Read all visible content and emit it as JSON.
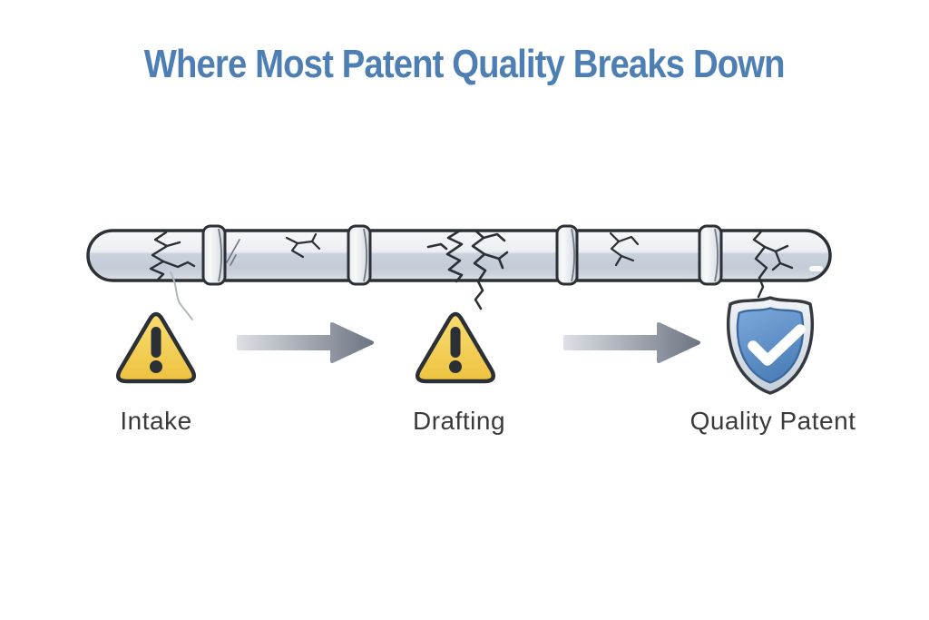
{
  "title": {
    "text": "Where Most Patent Quality Breaks Down"
  },
  "stages": [
    {
      "label": "Intake",
      "icon": "warning-triangle-icon",
      "status": "break-point"
    },
    {
      "label": "Drafting",
      "icon": "warning-triangle-icon",
      "status": "break-point"
    },
    {
      "label": "Quality Patent",
      "icon": "shield-check-icon",
      "status": "protected-outcome"
    }
  ],
  "connectors": [
    {
      "type": "arrow-right-icon",
      "from": "Intake",
      "to": "Drafting"
    },
    {
      "type": "arrow-right-icon",
      "from": "Drafting",
      "to": "Quality Patent"
    }
  ],
  "illustration": {
    "type": "cracked-pipe",
    "crack_zones": [
      "Intake",
      "Drafting",
      "Quality Patent"
    ],
    "couplings": 4
  },
  "colors": {
    "title_blue": "#4d7fb5",
    "warning_yellow": "#f3cb4d",
    "outline_dark": "#2b3036",
    "shield_blue": "#5d8fc7",
    "shield_silver": "#d7dee6",
    "arrow_dark": "#6e7684",
    "arrow_light": "#dbdee3",
    "pipe_light": "#eceff2",
    "pipe_shadow": "#c3ccd7",
    "label_color": "#3a3a3c"
  }
}
